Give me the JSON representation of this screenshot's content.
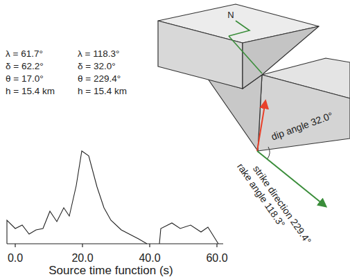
{
  "diagram": {
    "labels": [
      "λ = 61.7°",
      "δ = 62.2°",
      "θ = 17.0°",
      "h = 15.4 km",
      "λ = 118.3°",
      "δ = 32.0°",
      "θ = 229.4°",
      "h = 15.4 km",
      "N",
      "dip angle 32.0°",
      "rake angle 118.3°",
      "strike direction 229.4°",
      "0.0",
      "20.0",
      "40.0",
      "60.0",
      "Source time function (s)"
    ]
  }
}
